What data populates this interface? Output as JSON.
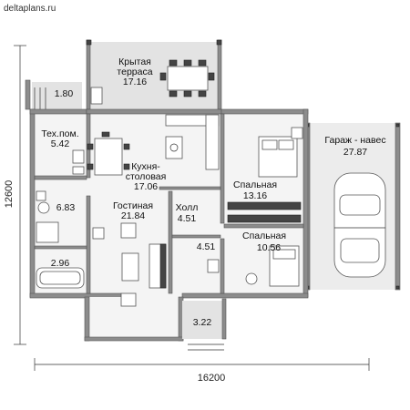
{
  "site": {
    "watermark": "deltaplans.ru"
  },
  "rooms": [
    {
      "id": "terrace",
      "name_lines": [
        "Крытая",
        "терраса"
      ],
      "area": "17.16"
    },
    {
      "id": "porch-top",
      "name_lines": [],
      "area": "1.80"
    },
    {
      "id": "tech",
      "name_lines": [
        "Тех.пом."
      ],
      "area": "5.42"
    },
    {
      "id": "kitchen",
      "name_lines": [
        "Кухня-",
        "столовая"
      ],
      "area": "17.06"
    },
    {
      "id": "bath",
      "name_lines": [],
      "area": "6.83"
    },
    {
      "id": "living",
      "name_lines": [
        "Гостиная"
      ],
      "area": "21.84"
    },
    {
      "id": "hall",
      "name_lines": [
        "Холл"
      ],
      "area": "4.51"
    },
    {
      "id": "corridor",
      "name_lines": [],
      "area": "4.51"
    },
    {
      "id": "wc",
      "name_lines": [],
      "area": "2.96"
    },
    {
      "id": "bedroom1",
      "name_lines": [
        "Спальная"
      ],
      "area": "13.16"
    },
    {
      "id": "bedroom2",
      "name_lines": [
        "Спальная"
      ],
      "area": "10.56"
    },
    {
      "id": "garage",
      "name_lines": [
        "Гараж - навес"
      ],
      "area": "27.87"
    },
    {
      "id": "porch-bottom",
      "name_lines": [],
      "area": "3.22"
    }
  ],
  "dimensions": {
    "width": "16200",
    "depth": "12600"
  }
}
